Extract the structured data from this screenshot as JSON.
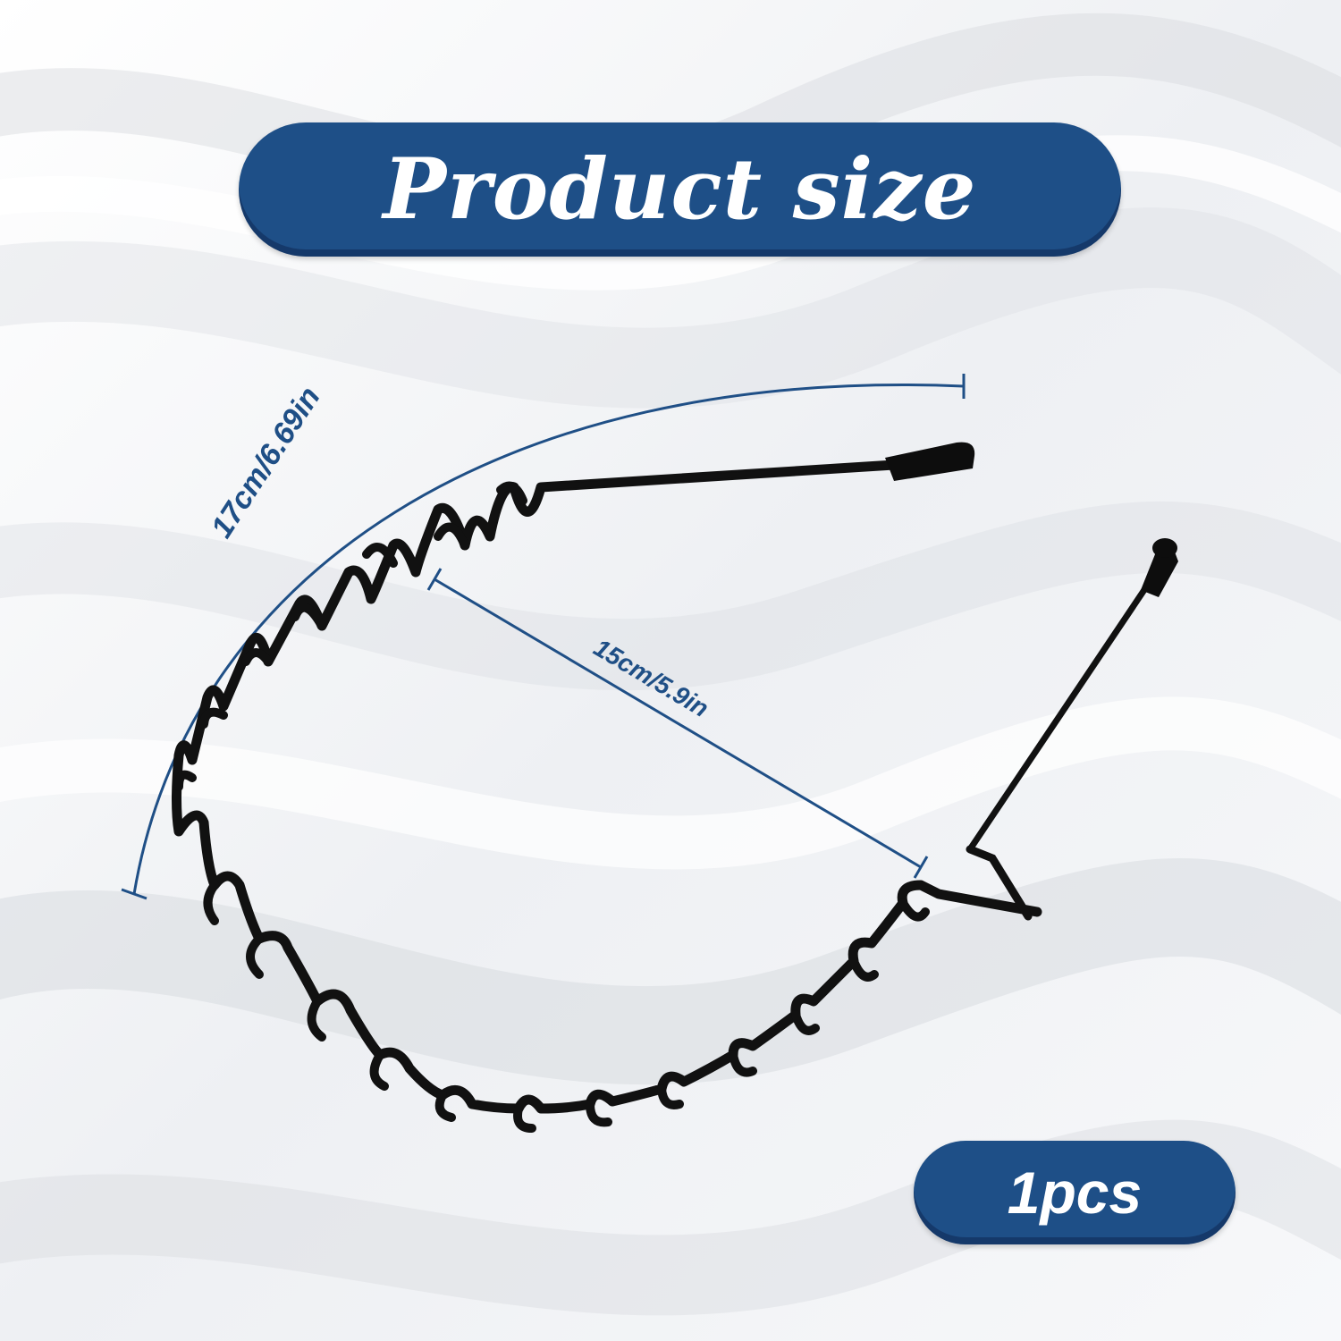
{
  "title": "Product size",
  "quantity": "1pcs",
  "dimensions": {
    "length_label": "17cm/6.69in",
    "width_label": "15cm/5.9in"
  },
  "colors": {
    "accent": "#1f4f86",
    "pill_fill": "#1e4f87",
    "pill_text": "#ffffff",
    "product": "#101010",
    "background": "#f1f2f4"
  }
}
